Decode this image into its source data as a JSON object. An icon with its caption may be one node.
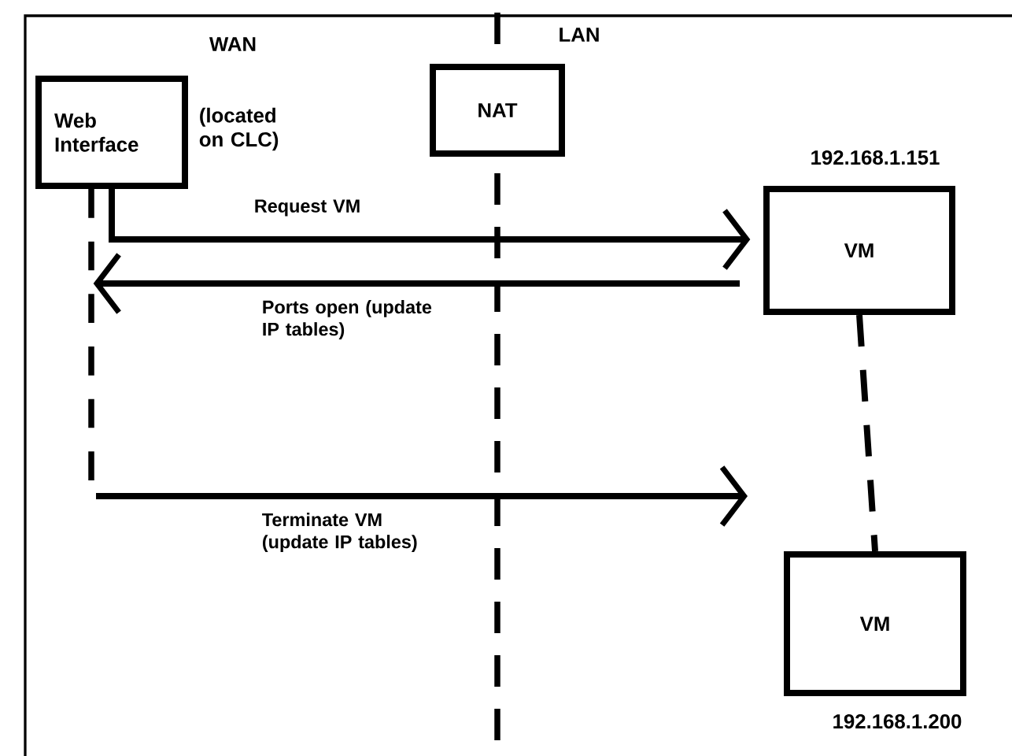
{
  "diagram": {
    "nodes": [
      {
        "text": [
          "Web Interface"
        ],
        "beside": [
          "(located on CLC)"
        ]
      },
      {
        "text": [
          "NAT"
        ]
      },
      {
        "text": [
          "VM"
        ],
        "beside": [
          "192.168.1.151"
        ]
      },
      {
        "text": [
          "VM"
        ],
        "beside": [
          "192.168.1.200"
        ]
      }
    ],
    "edges": [
      {
        "from": 0,
        "to": 2,
        "arrow": "to",
        "label": "Request VM"
      },
      {
        "from": 2,
        "to": 0,
        "arrow": "to",
        "label": "Ports open (update IP tables)"
      },
      {
        "from": 0,
        "to": null,
        "arrow": "to",
        "label": "Terminate VM (update IP tables)"
      },
      {
        "from": 2,
        "to": 3,
        "arrow": "none",
        "style": "dashed"
      }
    ],
    "labels": [
      "WAN",
      "LAN"
    ]
  }
}
